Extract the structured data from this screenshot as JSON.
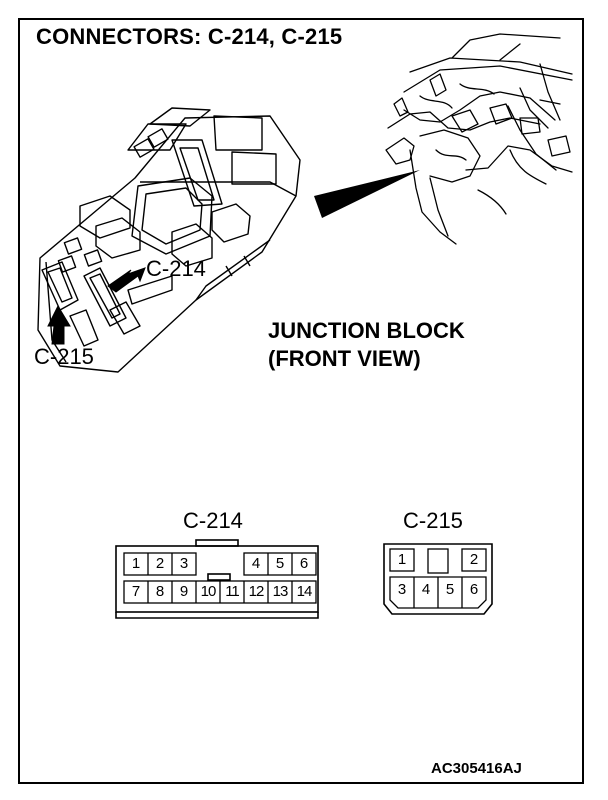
{
  "title": "CONNECTORS: C-214, C-215",
  "junction_block": {
    "line1": "JUNCTION BLOCK",
    "line2": "(FRONT VIEW)"
  },
  "callouts": {
    "c214": "C-214",
    "c215": "C-215"
  },
  "connector_c214": {
    "name": "C-214",
    "row1": [
      "1",
      "2",
      "3",
      "",
      "4",
      "5",
      "6"
    ],
    "row2": [
      "7",
      "8",
      "9",
      "10",
      "11",
      "12",
      "13",
      "14"
    ]
  },
  "connector_c215": {
    "name": "C-215",
    "row1": [
      "1",
      "",
      "2"
    ],
    "row2": [
      "3",
      "4",
      "5",
      "6"
    ]
  },
  "figure_code": "AC305416AJ"
}
